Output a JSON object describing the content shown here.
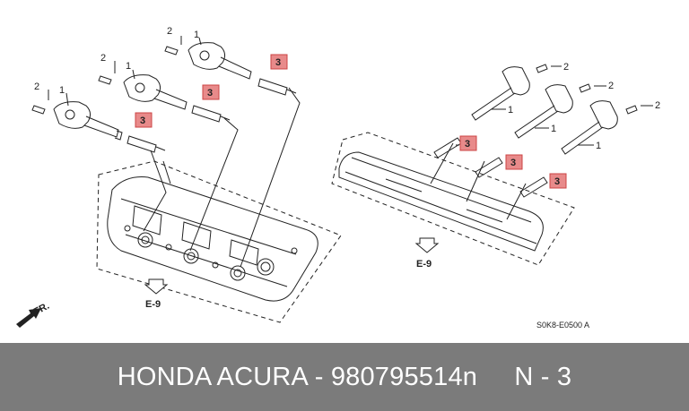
{
  "labels": {
    "part1": "1",
    "part2": "2",
    "part3": "3",
    "ref": "E-9",
    "front": "FR.",
    "code": "S0K8-E0500 A"
  },
  "colors": {
    "highlight": "#e88a8a",
    "footer_bg": "#7b7b7b",
    "footer_text": "#ffffff"
  },
  "footer": {
    "caption": "HONDA ACURA - 980795514n     N - 3"
  }
}
